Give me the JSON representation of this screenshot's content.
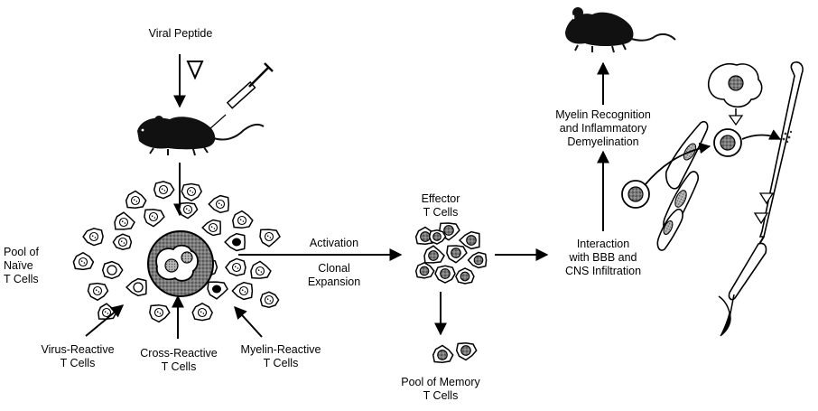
{
  "labels": {
    "viral_peptide": "Viral Peptide",
    "pool_naive": "Pool of\nNaïve\nT Cells",
    "virus_reactive": "Virus-Reactive\nT Cells",
    "cross_reactive": "Cross-Reactive\nT Cells",
    "myelin_reactive": "Myelin-Reactive\nT Cells",
    "activation": "Activation",
    "clonal_expansion": "Clonal\nExpansion",
    "effector": "Effector\nT Cells",
    "memory": "Pool of Memory\nT Cells",
    "interaction": "Interaction\nwith BBB and\nCNS Infiltration",
    "myelin_recognition": "Myelin Recognition\nand Inflammatory\nDemyelination"
  },
  "colors": {
    "ink": "#000000",
    "paper": "#ffffff",
    "grey_nucleus": "#9a9a9a",
    "dark_sphere": "#555555"
  }
}
